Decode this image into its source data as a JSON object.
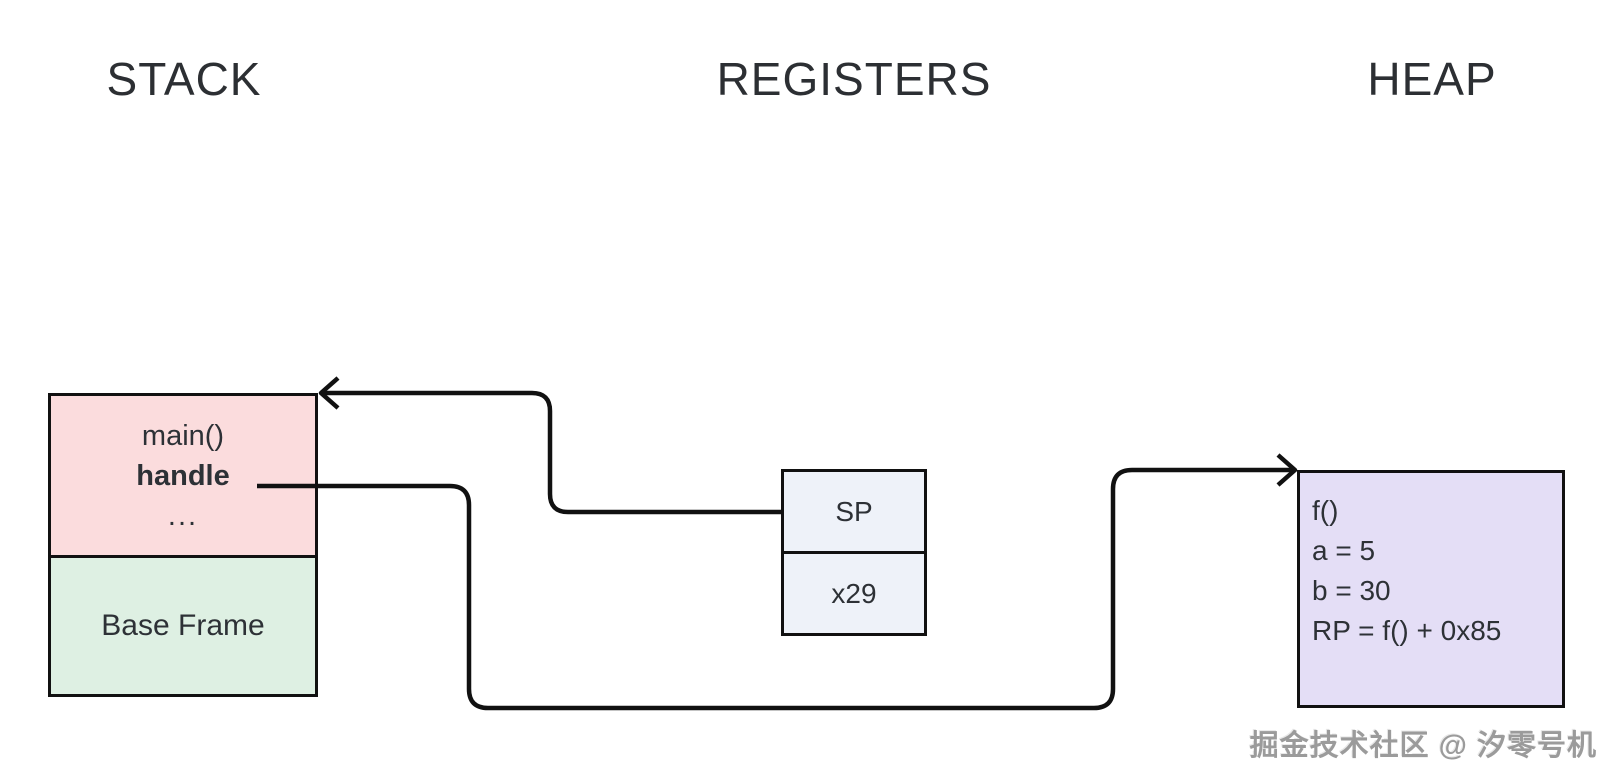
{
  "titles": {
    "stack": "STACK",
    "registers": "REGISTERS",
    "heap": "HEAP"
  },
  "stack": {
    "top_frame": {
      "lines": [
        "main()",
        "handle",
        "..."
      ]
    },
    "base_frame_label": "Base Frame"
  },
  "registers": {
    "cells": [
      "SP",
      "x29"
    ]
  },
  "heap": {
    "lines": [
      "f()",
      "a = 5",
      "b = 30",
      "RP = f() + 0x85"
    ]
  },
  "arrows": [
    {
      "id": "sp-to-stack-top",
      "from": "SP register",
      "to": "top of stack frame"
    },
    {
      "id": "handle-to-heap",
      "from": "handle",
      "to": "heap block f()"
    }
  ],
  "watermark": "掘金技术社区 @ 汐零号机",
  "colors": {
    "stack_top_fill": "#fbdcdd",
    "stack_base_fill": "#def0e3",
    "registers_fill": "#eef2f9",
    "heap_fill": "#e4def6",
    "line": "#111111",
    "text": "#2d3136",
    "watermark_gray": "#9b9b9b"
  }
}
